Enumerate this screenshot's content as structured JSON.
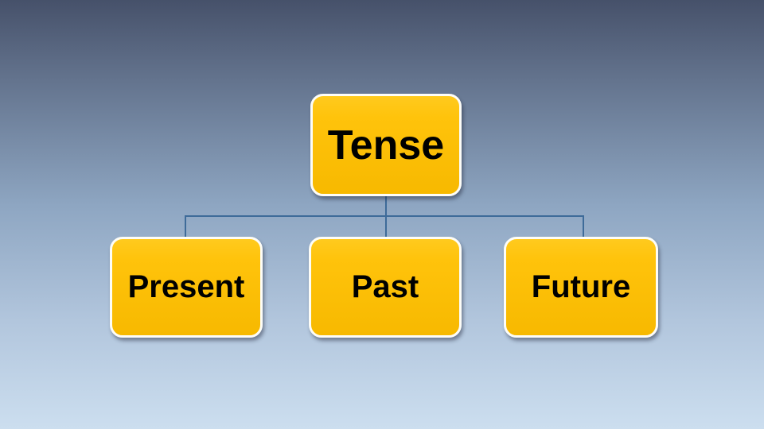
{
  "diagram": {
    "type": "hierarchy",
    "root": {
      "label": "Tense"
    },
    "children": [
      {
        "label": "Present"
      },
      {
        "label": "Past"
      },
      {
        "label": "Future"
      }
    ]
  },
  "theme": {
    "background_top": "#46516A",
    "background_middle": "#8EA6C2",
    "background_bottom": "#CCDEEF",
    "node_fill": "#FFC30B",
    "node_border": "#FDFDF8",
    "connector_color": "#3E6B99",
    "text_color": "#000000"
  }
}
